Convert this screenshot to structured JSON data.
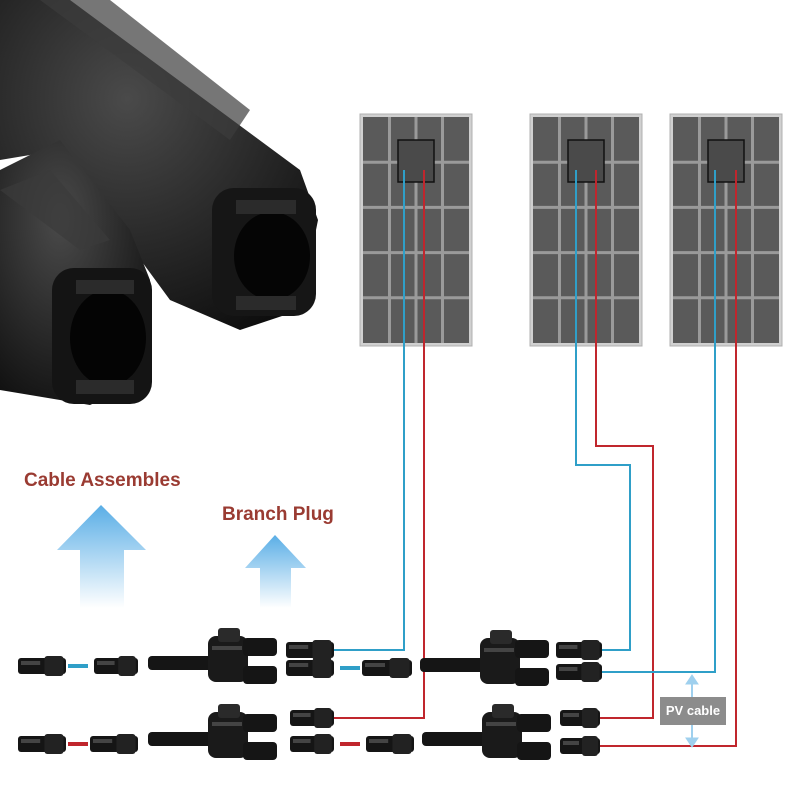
{
  "labels": {
    "cable_assembles": "Cable Assembles",
    "branch_plug": "Branch Plug",
    "pv_cable": "PV cable"
  },
  "panels_count": 3,
  "colors": {
    "positive_wire": "#c0262d",
    "negative_wire": "#2f9fc8",
    "label_text": "#9a3b32",
    "panel_fill": "#5a5a5a",
    "panel_frame": "#c8c8c8",
    "arrow": "#5aaee6",
    "pv_tag": "#8c8c8c"
  },
  "icons": [
    "mc4-connector-photo",
    "solar-panel-icon",
    "up-arrow-icon",
    "branch-connector-icon",
    "connector-plug-icon"
  ]
}
